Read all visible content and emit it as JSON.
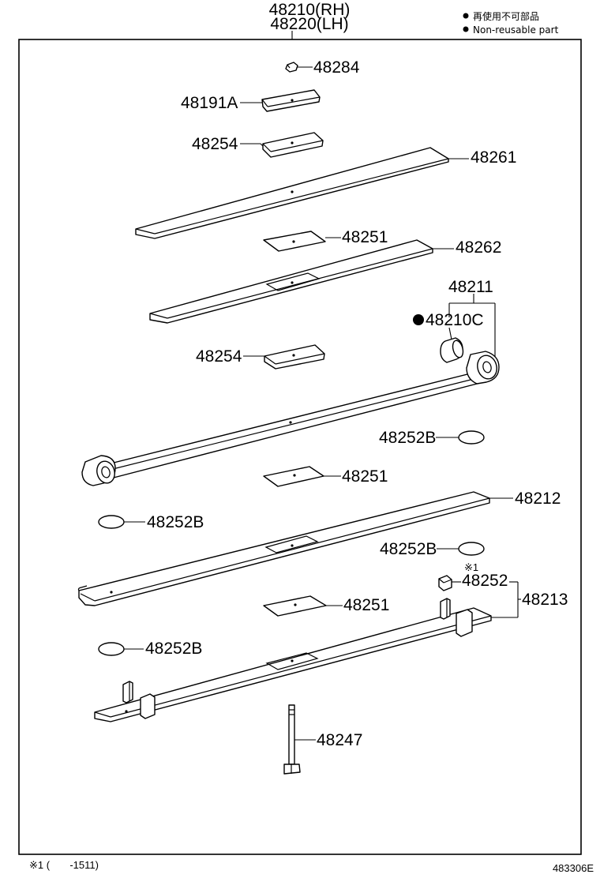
{
  "header": {
    "assembly_rh": "48210(RH)",
    "assembly_lh": "48220(LH)",
    "legend_jp": "再使用不可部品",
    "legend_en": "Non-reusable part"
  },
  "callouts": {
    "p48284": "48284",
    "p48191A": "48191A",
    "p48254_top": "48254",
    "p48261": "48261",
    "p48251_a": "48251",
    "p48262": "48262",
    "p48211": "48211",
    "p48210C": "48210C",
    "p48254_mid": "48254",
    "p48252B_a": "48252B",
    "p48251_b": "48251",
    "p48212": "48212",
    "p48252B_b": "48252B",
    "p48252B_c": "48252B",
    "note_mark": "※1",
    "p48252": "48252",
    "p48213": "48213",
    "p48251_c": "48251",
    "p48252B_d": "48252B",
    "p48247": "48247"
  },
  "footer": {
    "note": "※1 (       -1511)",
    "diagram_code": "483306E"
  }
}
